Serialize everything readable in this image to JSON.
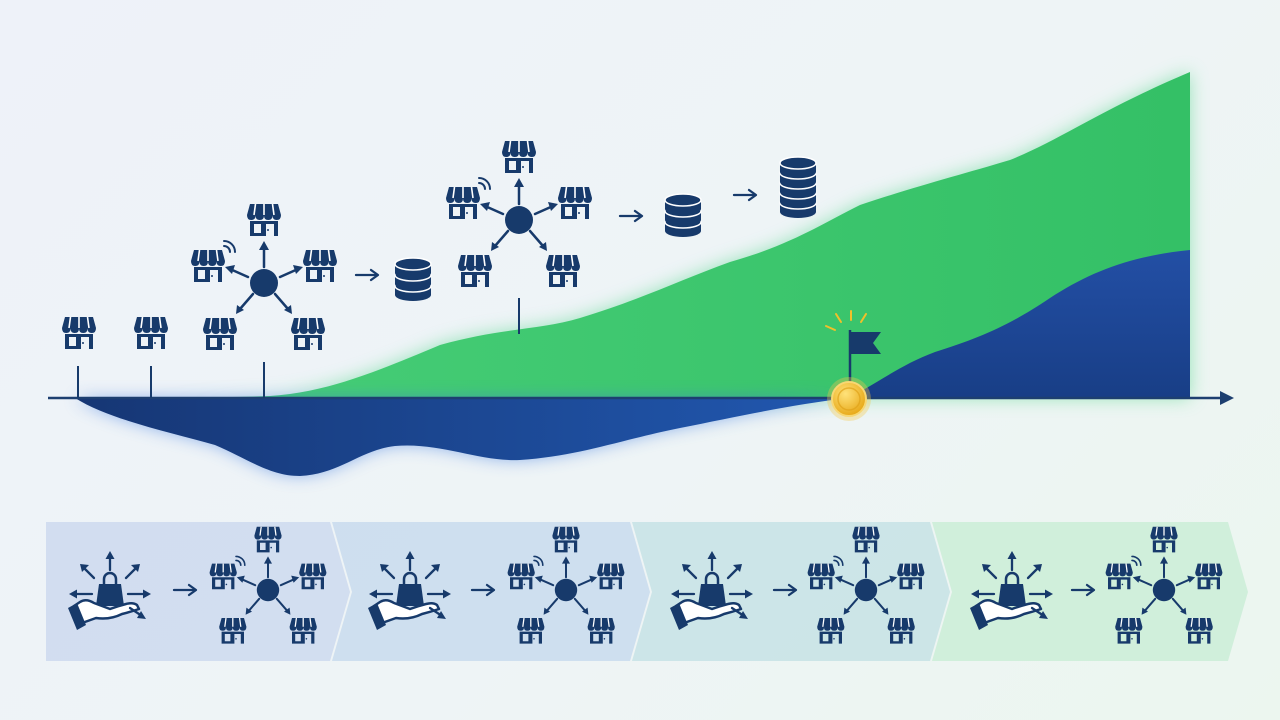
{
  "colors": {
    "navy": "#173a6b",
    "green": "#3ec46d",
    "blue_area": "#1f4fa3",
    "dark_blue_area": "#18387a",
    "coin": "#f0b824",
    "axis": "#1d3f70"
  },
  "timeline": {
    "milestones": [
      {
        "icon": "storefront-icon",
        "cluster": false
      },
      {
        "icon": "storefront-icon",
        "cluster": false
      },
      {
        "icon": "store-network-hub-icon",
        "cluster": true,
        "leads_to": "database-stack-icon",
        "stack_level": 3
      },
      {
        "icon": "store-network-hub-icon",
        "cluster": true,
        "leads_to": "database-stack-icon",
        "stack_level": 3
      },
      {
        "icon": "database-stack-icon",
        "cluster": false,
        "leads_to": "database-stack-icon",
        "stack_level": 5
      }
    ],
    "break_even_marker": [
      "gold-coin-icon",
      "flag-icon"
    ]
  },
  "phases": [
    {
      "left_icon": "hand-with-bag-icon",
      "right_icon": "store-network-hub-icon",
      "tint": "#cfdbef"
    },
    {
      "left_icon": "hand-with-bag-icon",
      "right_icon": "store-network-hub-icon",
      "tint": "#cbdcee"
    },
    {
      "left_icon": "hand-with-bag-icon",
      "right_icon": "store-network-hub-icon",
      "tint": "#c9e3e6"
    },
    {
      "left_icon": "hand-with-bag-icon",
      "right_icon": "store-network-hub-icon",
      "tint": "#cdeed9"
    }
  ]
}
